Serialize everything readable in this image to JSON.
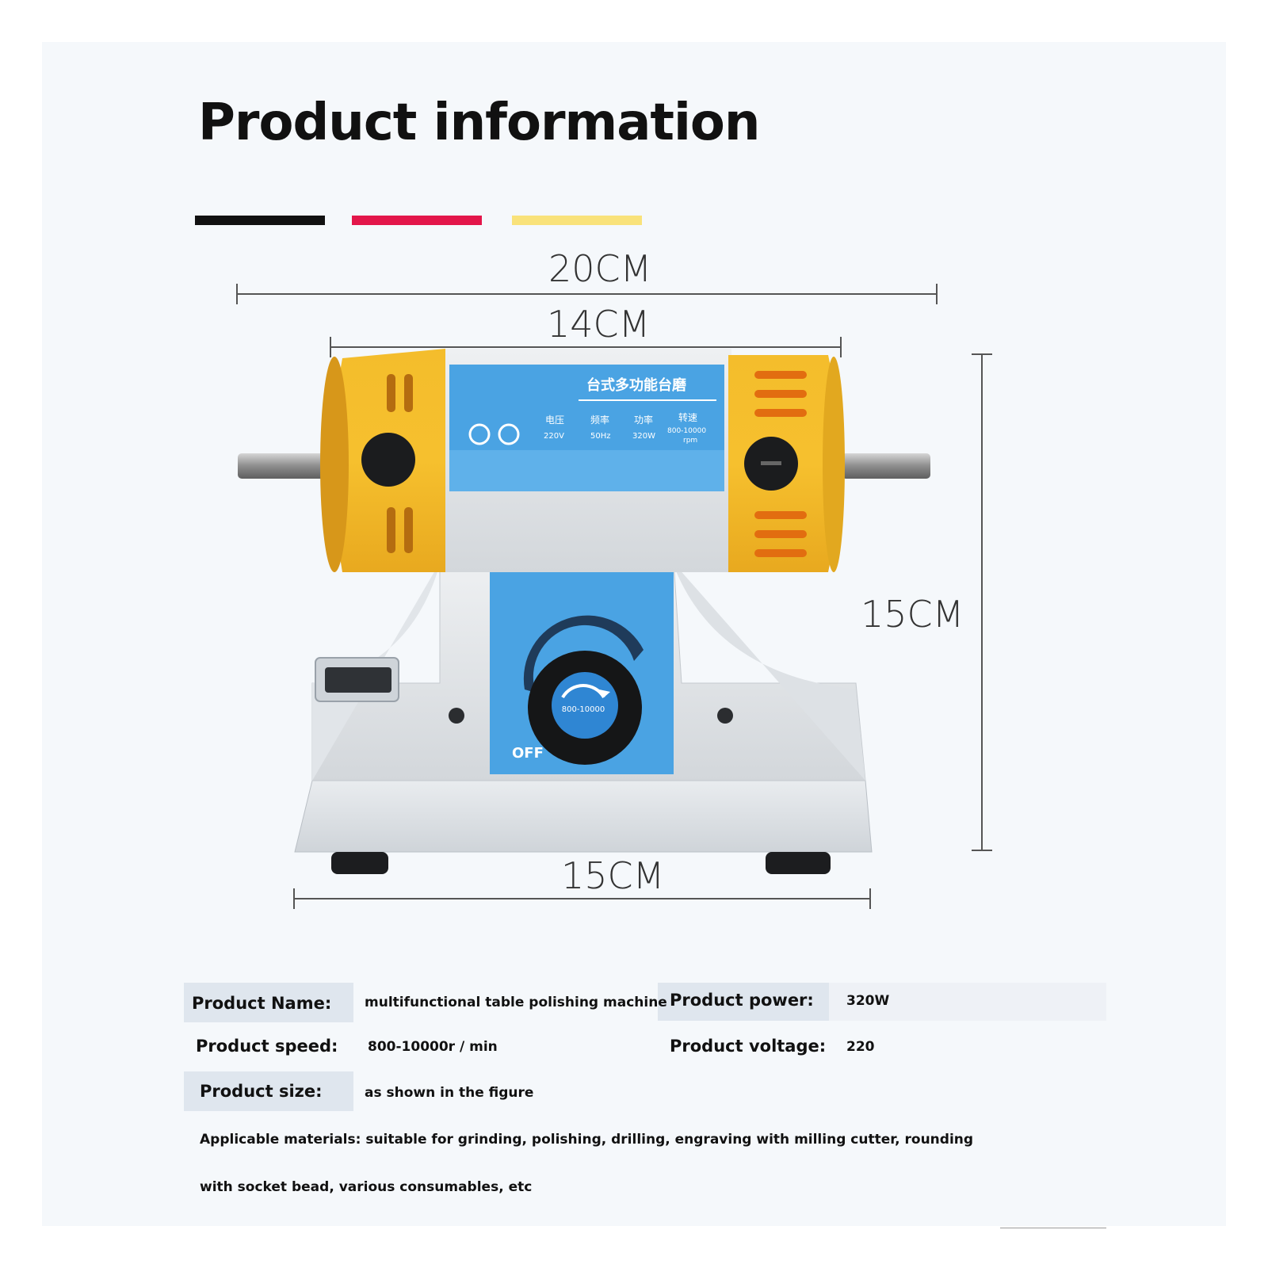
{
  "title": "Product information",
  "accent_colors": {
    "black": "#111111",
    "red": "#e3164a",
    "yellow": "#f9e27a"
  },
  "dimensions": {
    "overall_width": "20CM",
    "motor_width": "14CM",
    "height": "15CM",
    "base_width": "15CM"
  },
  "machine": {
    "label_title": "台式多功能台磨",
    "spec_headers": [
      "电压",
      "频率",
      "功率",
      "转速"
    ],
    "spec_values": [
      "220V",
      "50Hz",
      "320W",
      "800-10000"
    ],
    "rpm_unit": "rpm",
    "dial_text": "800-10000",
    "off_label": "OFF"
  },
  "specs": {
    "name_label": "Product Name:",
    "name_value": "multifunctional table polishing machine",
    "power_label": "Product power:",
    "power_value": "320W",
    "speed_label": "Product speed:",
    "speed_value": "800-10000r / min",
    "voltage_label": "Product voltage:",
    "voltage_value": "220",
    "size_label": "Product size:",
    "size_value": "as shown in the figure",
    "materials_line1": "Applicable materials: suitable for grinding, polishing, drilling, engraving with milling cutter, rounding",
    "materials_line2": "with socket bead, various consumables, etc"
  }
}
